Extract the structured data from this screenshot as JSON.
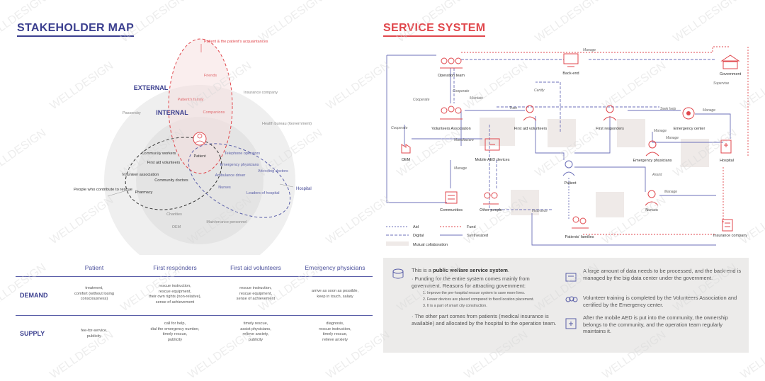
{
  "stakeholder_map": {
    "title": "STAKEHOLDER MAP",
    "labels": {
      "external": "EXTERNAL",
      "internal": "INTERNAL",
      "patient_acq": "Patient & the patient's acquaintances",
      "friends": "Friends",
      "patients_family": "Patient's family",
      "companions": "Companions",
      "insurance": "Insurance company",
      "passersby": "Passersby",
      "health_bureau": "Health bureau (Government)",
      "patient": "Patient",
      "community_workers": "Community workers",
      "first_aid_volunteers": "First aid volunteers",
      "volunteer_association": "Volunteer association",
      "community_doctors": "Community doctors",
      "pharmacy": "Pharmacy",
      "telephone_operators": "Telephone operators",
      "emergency_physicians": "Emergency physicians",
      "ambulance_driver": "Ambulance driver",
      "attending_doctors": "Attending doctors",
      "nurses": "Nurses",
      "leaders_hospital": "Leaders of hospital",
      "hospital": "Hospital",
      "people_rescue": "People who contribute to rescue",
      "charities": "Charities",
      "oem": "OEM",
      "maintenance": "Maintenance personnel"
    }
  },
  "table": {
    "columns": [
      "Patient",
      "First responders",
      "First aid volunteers",
      "Emergency physicians"
    ],
    "rows": [
      {
        "label": "DEMAND",
        "cells": [
          "treatment,\ncomfort (without losing\nconsciousness)",
          "rescue instruction,\nrescue equipment,\ntheir own rights (non-relative),\nsense of achievement",
          "rescue instruction,\nrescue equipment,\nsense of achievement",
          "arrive as soon as possible,\nkeep in touch, salary"
        ]
      },
      {
        "label": "SUPPLY",
        "cells": [
          "fee-for-service,\npublicity",
          "call for help,\ndial the emergency number,\ntimely rescue,\npublicity",
          "timely rescue,\nassist physicians,\nrelieve anxiety,\npublicity",
          "diagnosis,\nrescue instruction,\ntimely rescue,\nrelieve anxiety"
        ]
      }
    ]
  },
  "service_system": {
    "title": "SERVICE SYSTEM",
    "nodes": {
      "operation_team": "Operation team",
      "back_end": "Back-end",
      "government": "Government",
      "volunteers_association": "Volunteers Association",
      "first_aid_volunteers": "First aid volunteers",
      "first_responders": "First responders",
      "emergency_center": "Emergency center",
      "oem": "OEM",
      "mobile_aed": "Mobile AED devices",
      "emergency_physicians": "Emergency physicians",
      "hospital": "Hospital",
      "patient": "Patient",
      "communities": "Communities",
      "other_people": "Other people",
      "nurses": "Nurses",
      "patients_families": "Patients' families",
      "insurance_company": "Insurance company"
    },
    "edges": {
      "manage": "Manage",
      "supervise": "Supervise",
      "cooperate": "Cooperate",
      "maintain": "Maintain",
      "certify": "Certify",
      "train": "Train",
      "seek_help": "Seek help",
      "manufacture": "Manufacture",
      "assist": "Assist",
      "insurance": "Insurance"
    },
    "legend": {
      "aid": "Aid",
      "fund": "Fund",
      "digital": "Digital",
      "synthesized": "Synthesized",
      "mutual": "Mutual collaboration"
    }
  },
  "description": {
    "p1_pre": "This is a ",
    "p1_bold": "public welfare service system",
    "p1_post": ".",
    "p2": "· Funding for the entire system comes mainly from government. Reasons for attracting government:",
    "p2_items": [
      "1. Improve the pre-hospital rescue system to save more lives.",
      "2. Fewer devices are placed compared to fixed location placement.",
      "3. It is a part of smart city construction."
    ],
    "p3": "· The other part comes from patients (medical insurance is available) and allocated by the hospital to the operation team.",
    "r1": "A large amount of data needs to be processed, and the back-end is managed by the big data center under the government.",
    "r2": "Volunteer training is completed by the Volunteers Association and certified by the Emergency center.",
    "r3": "After the mobile AED is put into the community, the ownership belongs to the community, and the operation team regularly maintains it."
  },
  "watermark": "WELLDESIGN",
  "colors": {
    "navy": "#3b3f8f",
    "red": "#e0474c",
    "purple": "#6b6fb8",
    "gray": "#9a9a9a"
  }
}
